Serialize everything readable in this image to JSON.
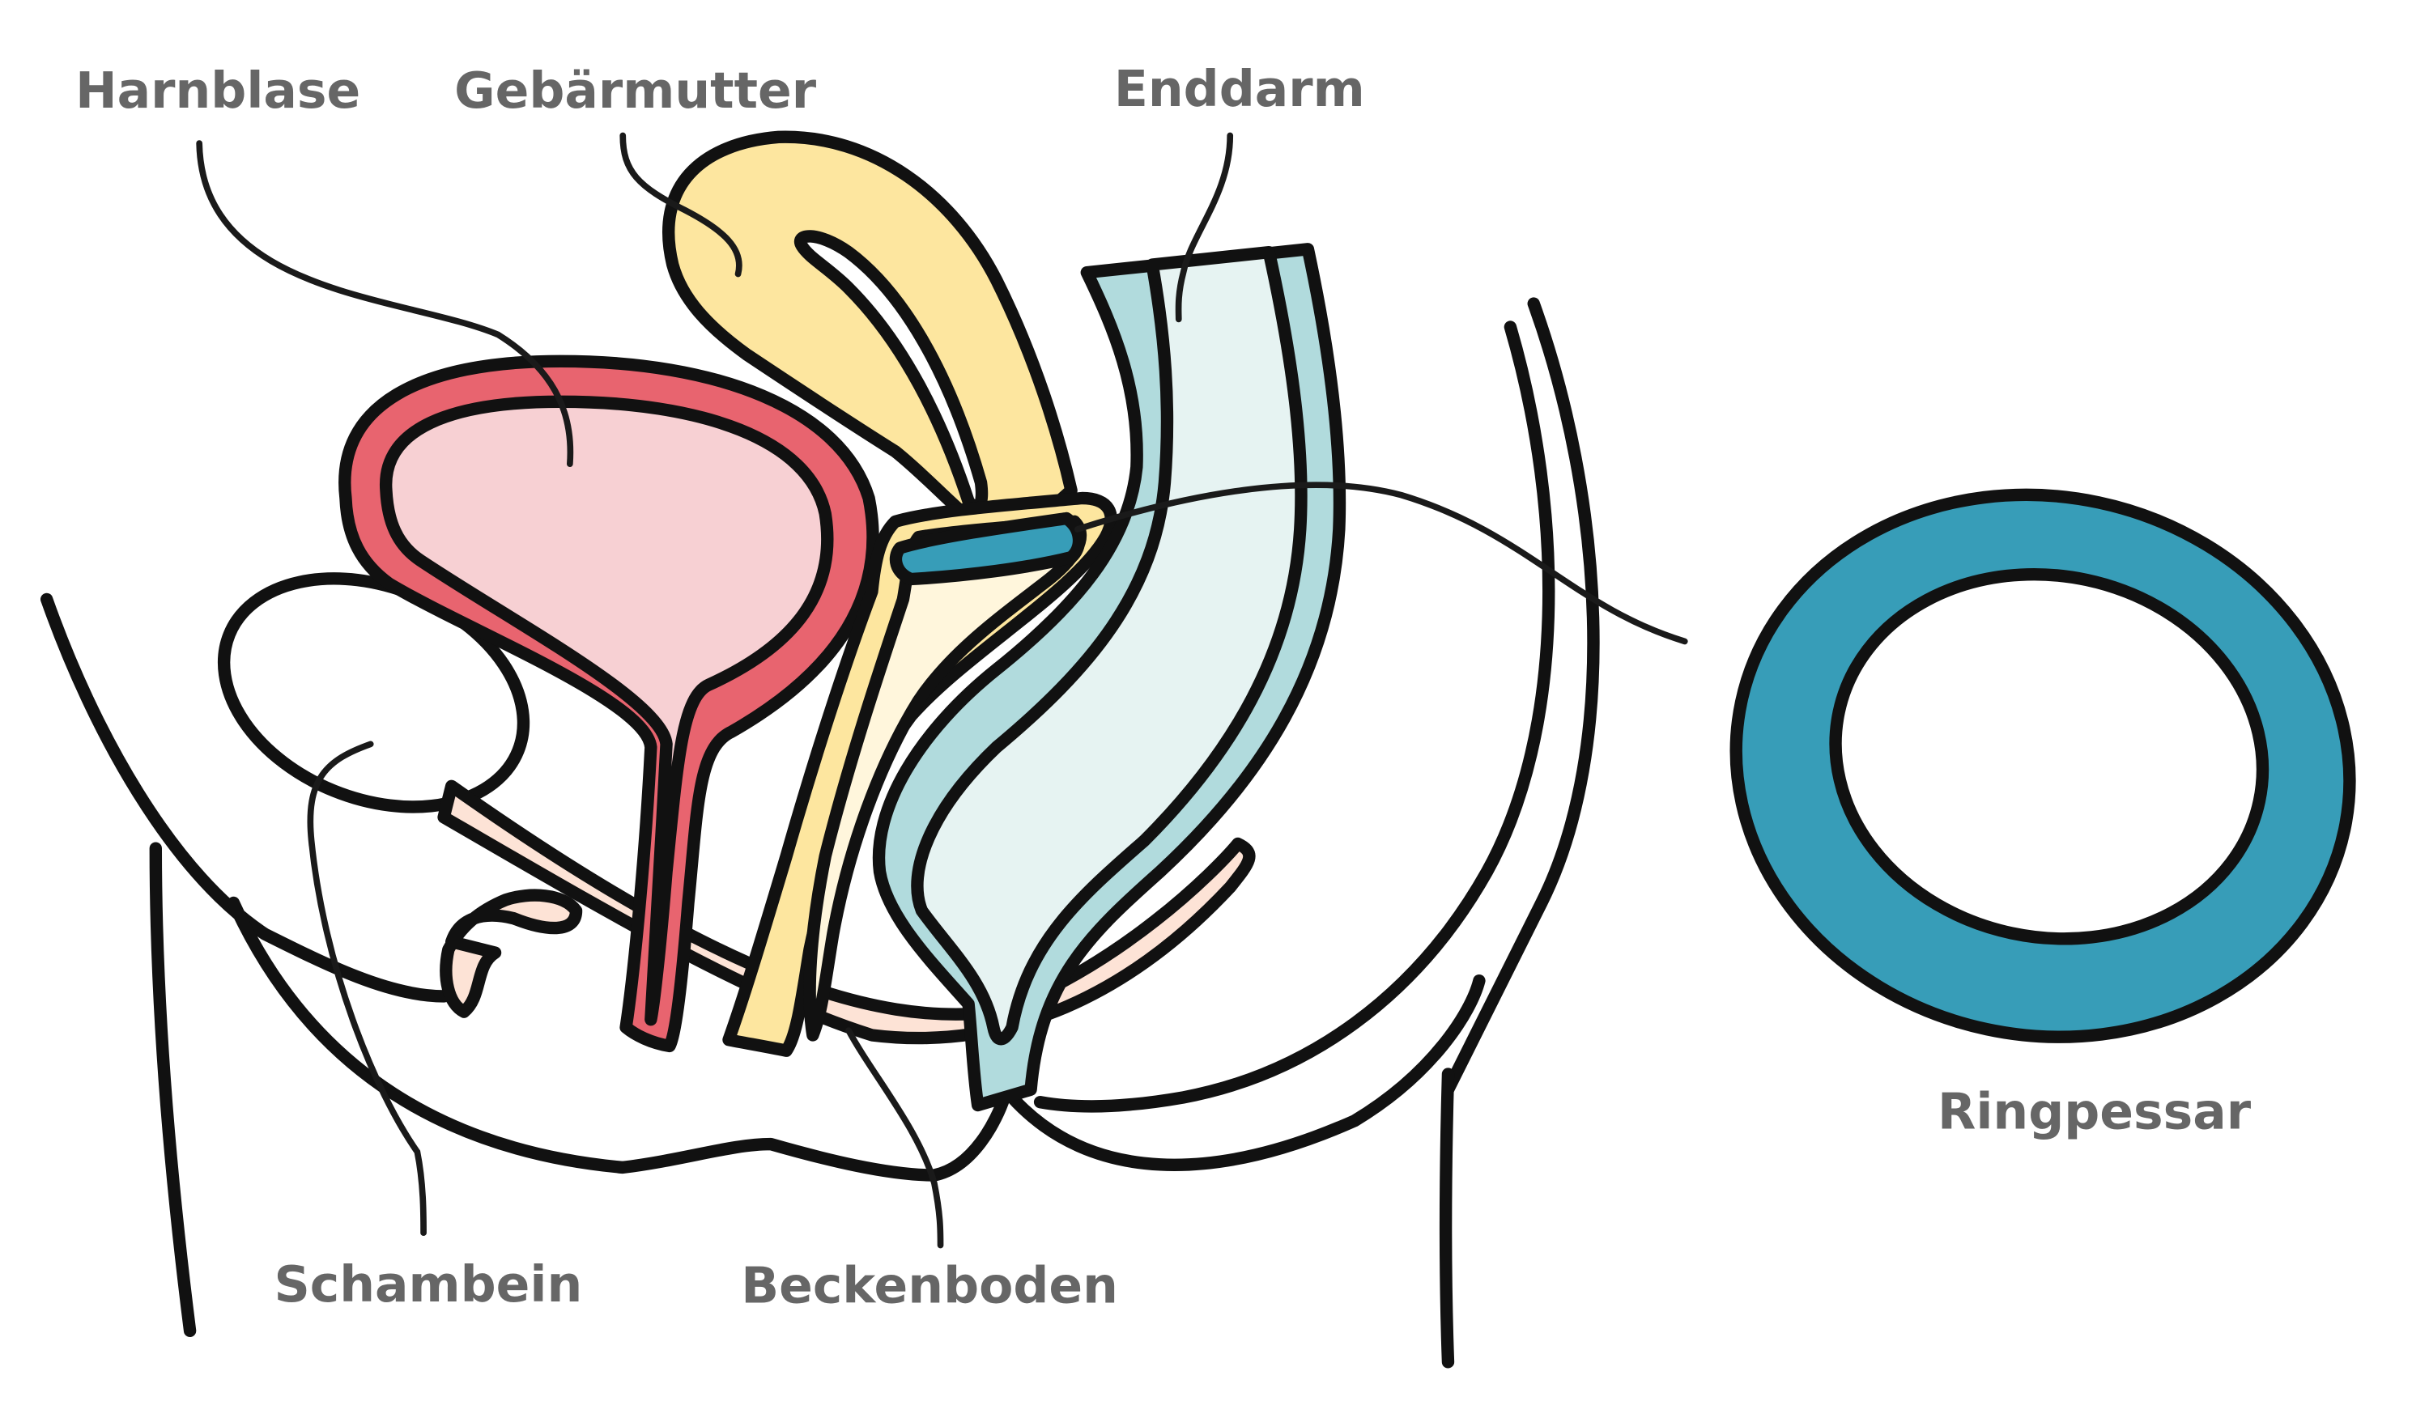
{
  "labels": {
    "harnblase": "Harnblase",
    "gebaermutter": "Gebärmutter",
    "enddarm": "Enddarm",
    "schambein": "Schambein",
    "beckenboden": "Beckenboden",
    "ringpessar": "Ringpessar"
  },
  "colors": {
    "label_text": "#666666",
    "outline": "#111111",
    "bladder_wall": "#e8646f",
    "bladder_fill": "#f7d0d3",
    "uterus": "#fde69f",
    "vagina_fill": "#fff6dc",
    "rectum_wall": "#b1dbdd",
    "rectum_fill": "#e6f3f2",
    "pelvic_floor": "#fde3d6",
    "pessary": "#379db8",
    "background": "#ffffff"
  }
}
